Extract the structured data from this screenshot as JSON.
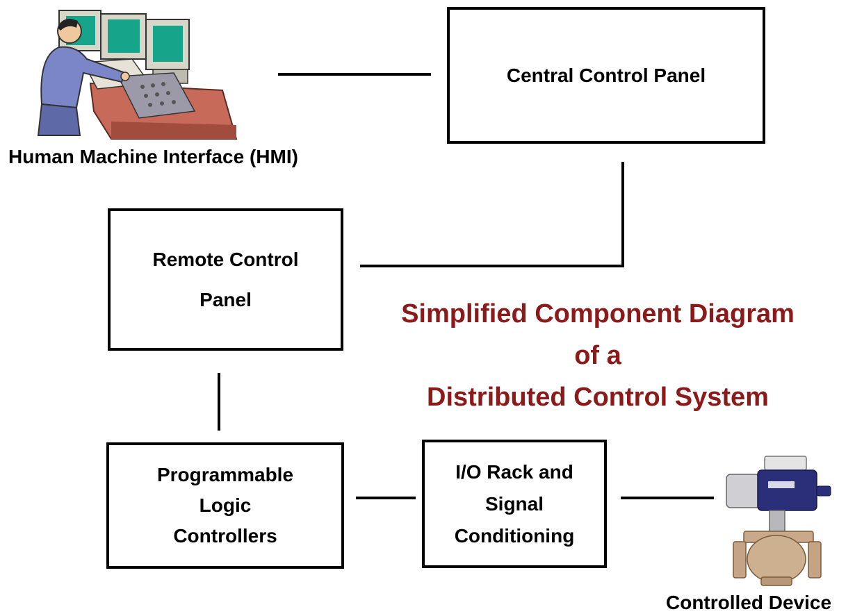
{
  "diagram": {
    "hmi_caption": "Human Machine Interface (HMI)",
    "controlled_device_caption": "Controlled Device",
    "central_panel": "Central Control Panel",
    "remote_panel": {
      "line1": "Remote Control",
      "line2": "Panel"
    },
    "plc": {
      "line1": "Programmable",
      "line2": "Logic",
      "line3": "Controllers"
    },
    "io_rack": {
      "line1": "I/O Rack and",
      "line2": "Signal",
      "line3": "Conditioning"
    },
    "title": {
      "line1": "Simplified Component Diagram",
      "line2": "of a",
      "line3": "Distributed Control System"
    },
    "title_color": "#8b1a1a",
    "line_color": "#000000",
    "icons": [
      "hmi-operator-workstation-icon",
      "control-valve-icon"
    ]
  }
}
